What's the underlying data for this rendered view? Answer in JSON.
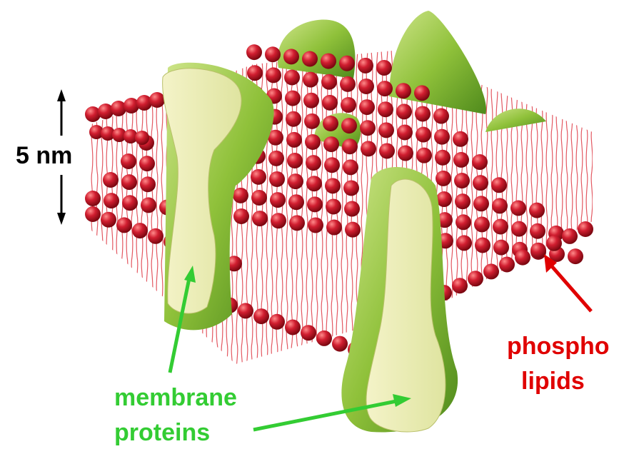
{
  "labels": {
    "scale": "5 nm",
    "proteins_line1": "membrane",
    "proteins_line2": "proteins",
    "lipids_line1": "phospho",
    "lipids_line2": "lipids"
  },
  "colors": {
    "protein_label": "#33cc33",
    "lipid_label": "#e00000",
    "phospholipid_head": "#c4162a",
    "protein_fill": "#9ec84a",
    "protein_cut_face": "#eef0b8"
  }
}
